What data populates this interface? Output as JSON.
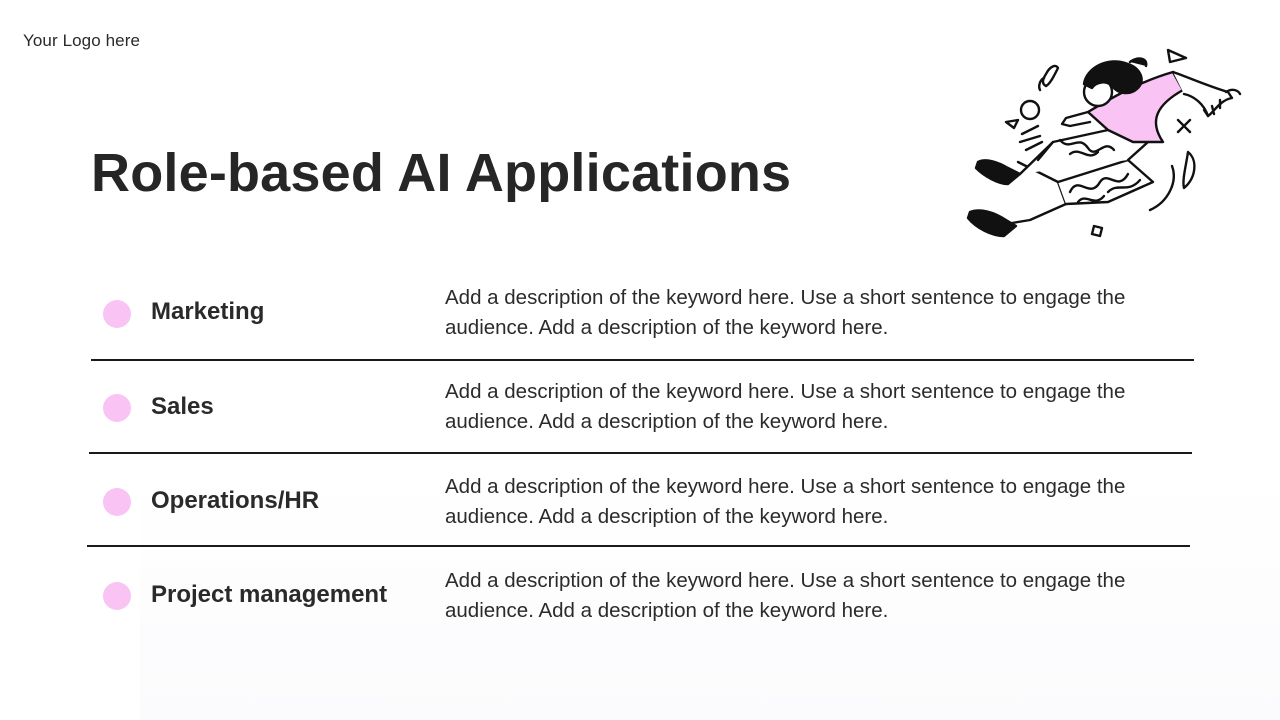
{
  "header": {
    "logo_text": "Your Logo here",
    "title": "Role-based AI Applications"
  },
  "illustration": {
    "icon": "jumping-person-illustration",
    "accent_color": "#f9c3f3"
  },
  "colors": {
    "bullet": "#f9c3f3",
    "divider": "#1a1a1a",
    "text": "#222222"
  },
  "rows": [
    {
      "label": "Marketing",
      "description": "Add a description of the keyword here. Use a short sentence to engage the audience. Add a description of the keyword here."
    },
    {
      "label": "Sales",
      "description": "Add a description of the keyword here. Use a short sentence to engage the audience. Add a description of the keyword here."
    },
    {
      "label": "Operations/HR",
      "description": "Add a description of the keyword here. Use a short sentence to engage the audience. Add a description of the keyword here."
    },
    {
      "label": "Project management",
      "description": "Add a description of the keyword here. Use a short sentence to engage the audience. Add a description of the keyword here."
    }
  ]
}
